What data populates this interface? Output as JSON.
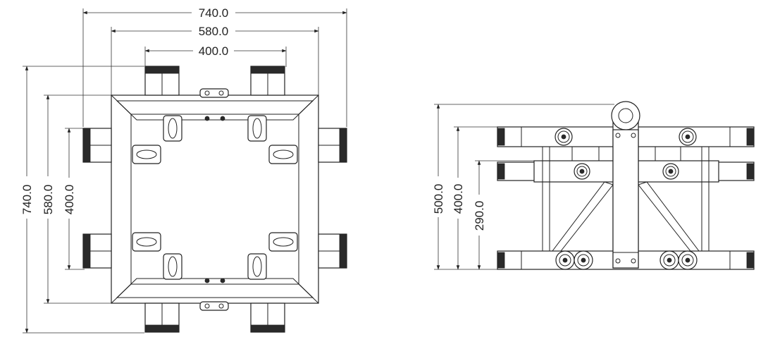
{
  "top_view": {
    "dim_h_740": "740.0",
    "dim_h_580": "580.0",
    "dim_h_400": "400.0",
    "dim_v_740": "740.0",
    "dim_v_580": "580.0",
    "dim_v_400": "400.0"
  },
  "side_view": {
    "dim_v_500": "500.0",
    "dim_v_400": "400.0",
    "dim_v_290": "290.0"
  }
}
